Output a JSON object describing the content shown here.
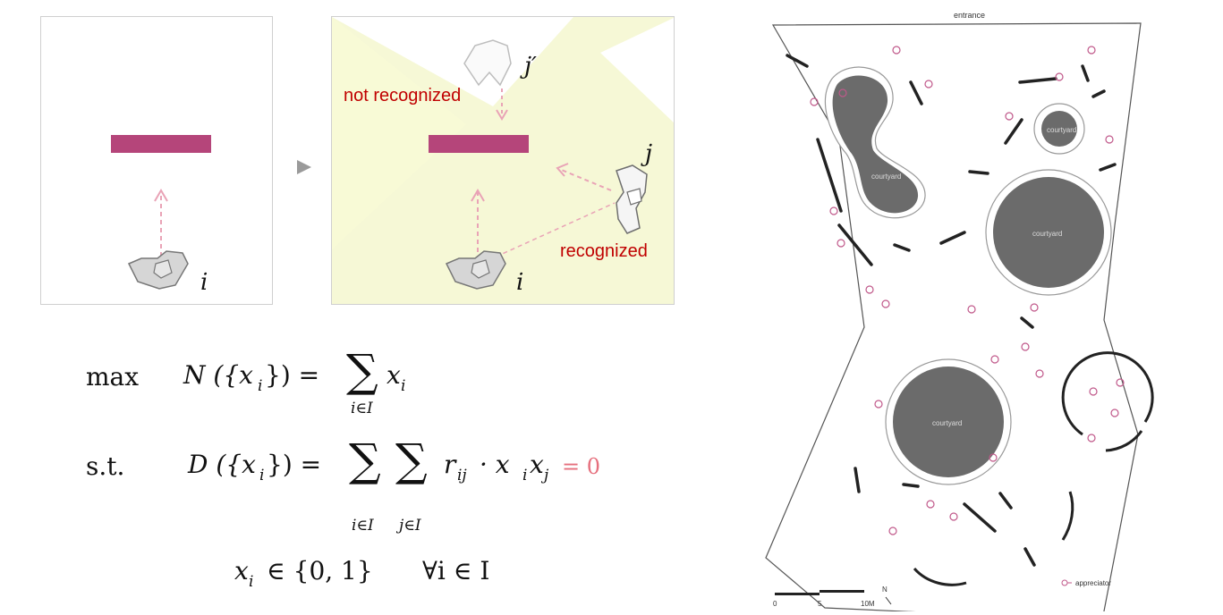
{
  "left_panel": {
    "labels": {
      "person_i": "i"
    }
  },
  "right_panel": {
    "labels": {
      "person_j_prime": "j′",
      "person_j": "j",
      "person_i": "i",
      "not_recognized": "not recognized",
      "recognized": "recognized"
    }
  },
  "formula": {
    "objective": {
      "keyword": "max",
      "lhs": "N ({x",
      "lhs_sub": "i",
      "lhs_close": "}) =",
      "sum_index": "i∈I",
      "term": "x",
      "term_sub": "i"
    },
    "constraint": {
      "keyword": "s.t.",
      "lhs": "D ({x",
      "lhs_sub": "i",
      "lhs_close": "}) =",
      "sum_index_1": "i∈I",
      "sum_index_2": "j∈I",
      "term_r": "r",
      "term_r_sub": "ij",
      "term_rest": "· x",
      "term_xi_sub": "i",
      "term_xj": "x",
      "term_xj_sub": "j",
      "rhs": "= 0"
    },
    "domain": {
      "var": "x",
      "var_sub": "i",
      "set": "∈ {0, 1}",
      "forall": "∀i ∈ I"
    }
  },
  "map": {
    "entrance": "entrance",
    "courtyard_labels": [
      "courtyard",
      "courtyard",
      "courtyard",
      "courtyard"
    ],
    "legend": "appreciator",
    "scale": [
      "0",
      "5",
      "10M"
    ],
    "north": "N"
  },
  "colors": {
    "wall": "#b5457a",
    "highlight": "#f6f8d6",
    "courtyard": "#6b6b6b",
    "arrow": "#e9a3b6",
    "label_red": "#c00000"
  }
}
